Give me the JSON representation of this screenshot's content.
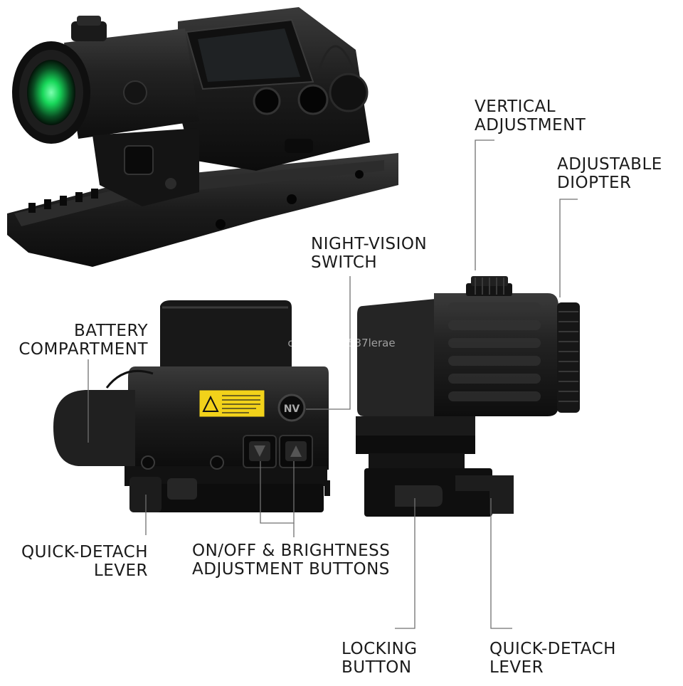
{
  "labels": {
    "vertical_adjustment": [
      "VERTICAL",
      "ADJUSTMENT"
    ],
    "adjustable_diopter": [
      "ADJUSTABLE",
      "DIOPTER"
    ],
    "night_vision_switch": [
      "NIGHT-VISION",
      "SWITCH"
    ],
    "battery_compartment": [
      "BATTERY",
      "COMPARTMENT"
    ],
    "quick_detach_lever_left": [
      "QUICK-DETACH",
      "LEVER"
    ],
    "on_off_brightness": [
      "ON/OFF & BRIGHTNESS",
      "ADJUSTMENT BUTTONS"
    ],
    "locking_button": [
      "LOCKING",
      "BUTTON"
    ],
    "quick_detach_lever_right": [
      "QUICK-DETACH",
      "LEVER"
    ]
  },
  "watermark": "cn1076546537lerae",
  "nv_button_text": "NV",
  "colors": {
    "background": "#ffffff",
    "text": "#1a1a1a",
    "leader": "#707070",
    "body": "#161616",
    "body_highlight": "#2e2e2e",
    "lens_green": "#18d85a",
    "warning_label": "#f2d21a"
  }
}
